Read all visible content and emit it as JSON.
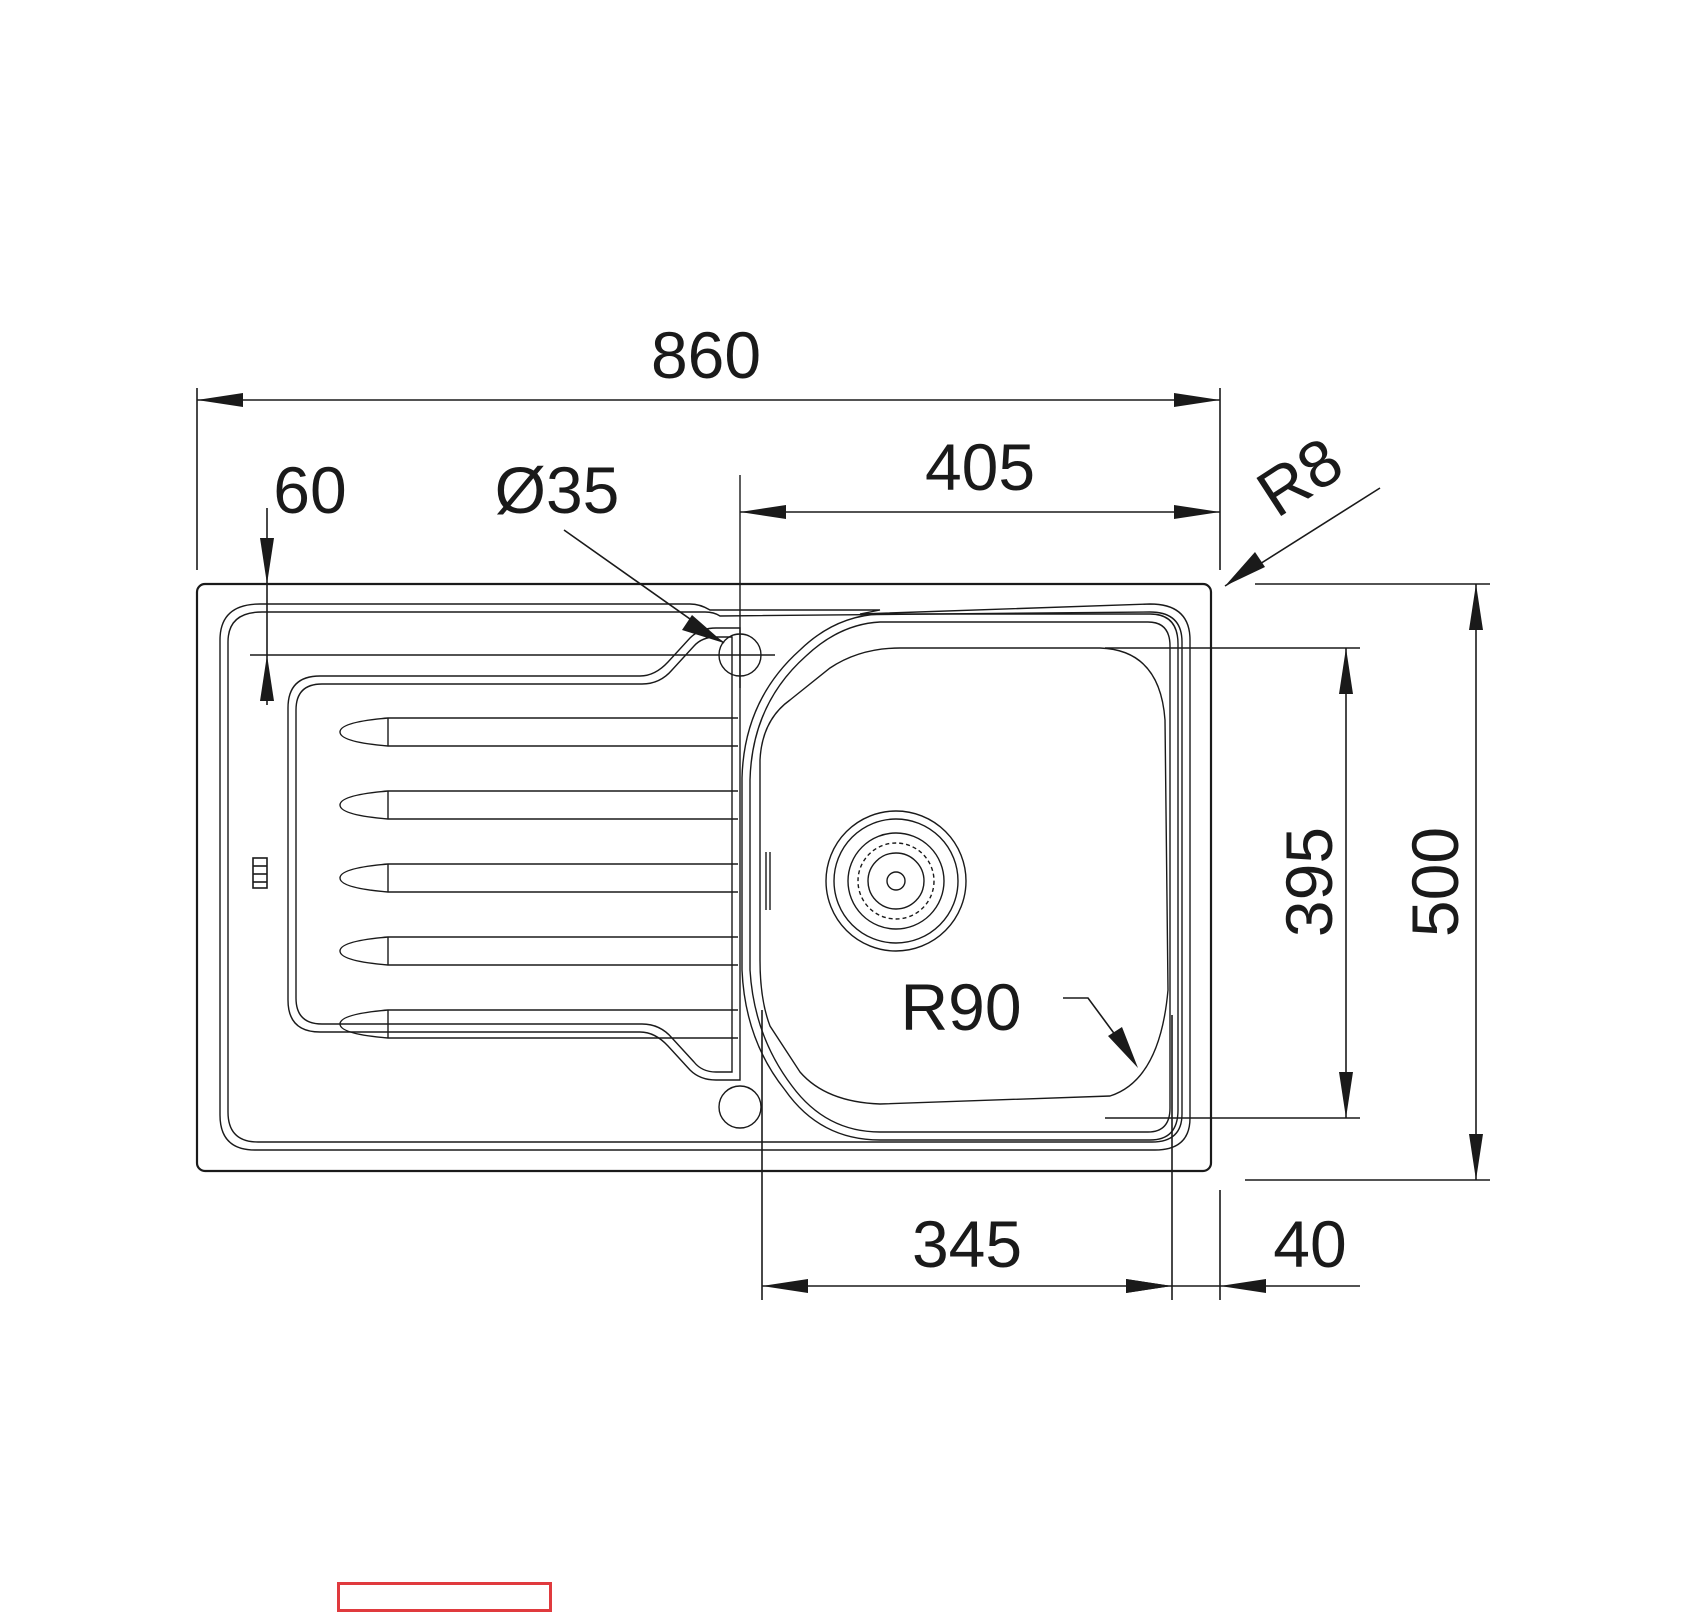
{
  "dimensions": {
    "overall_width": "860",
    "overall_depth": "500",
    "bowl_width": "345",
    "bowl_depth": "395",
    "bowl_to_tap_hole": "405",
    "right_margin": "40",
    "tap_hole_offset": "60",
    "tap_hole_diameter": "Ø35",
    "corner_radius": "R8",
    "bowl_radius": "R90"
  },
  "colors": {
    "line": "#1a1a1a",
    "background": "#ffffff",
    "marker": "#e03a3e"
  }
}
